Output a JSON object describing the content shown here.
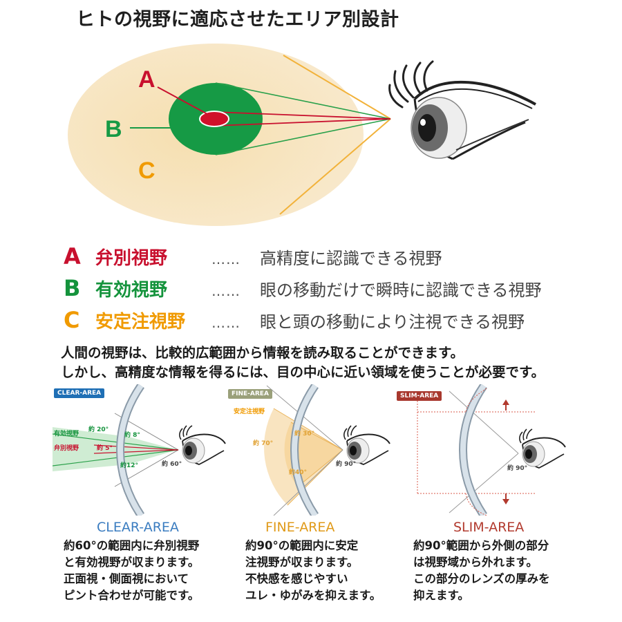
{
  "title": "ヒトの視野に適応させたエリア別設計",
  "diagram": {
    "label_a": "A",
    "label_b": "B",
    "label_c": "C"
  },
  "legend": [
    {
      "letter": "A",
      "term": "弁別視野",
      "dots": "……",
      "desc": "高精度に認識できる視野",
      "color": "#c8102e"
    },
    {
      "letter": "B",
      "term": "有効視野",
      "dots": "……",
      "desc": "眼の移動だけで瞬時に認識できる視野",
      "color": "#14933c"
    },
    {
      "letter": "C",
      "term": "安定注視野",
      "dots": "……",
      "desc": "眼と頭の移動により注視できる視野",
      "color": "#f09a00"
    }
  ],
  "paragraph": [
    "人間の視野は、比較的広範囲から情報を読み取ることができます。",
    "しかし、高精度な情報を得るには、目の中心に近い領域を使うことが必要です。"
  ],
  "panels": [
    {
      "tag": "CLEAR-AREA",
      "title": "CLEAR-AREA",
      "color": "#3a7cc0",
      "labels": {
        "effective": "有効視野",
        "discrim": "弁別視野",
        "a20": "約 20°",
        "a8": "約 8°",
        "a5": "約 5°",
        "a12": "約12°",
        "a60": "約 60°"
      },
      "lines": [
        "約60°の範囲内に弁別視野",
        "と有効視野が収まります。",
        "正面視・側面視において",
        "ピント合わせが可能です。"
      ]
    },
    {
      "tag": "FINE-AREA",
      "title": "FINE-AREA",
      "color": "#e09a18",
      "labels": {
        "stable": "安定注視野",
        "a30": "約 30°",
        "a70": "約 70°",
        "a40": "約40°",
        "a90": "約 90°"
      },
      "lines": [
        "約90°の範囲内に安定",
        "注視野が収まります。",
        "不快感を感じやすい",
        "ユレ・ゆがみを抑えます。"
      ]
    },
    {
      "tag": "SLIM-AREA",
      "title": "SLIM-AREA",
      "color": "#b23a2e",
      "labels": {
        "a90": "約 90°"
      },
      "lines": [
        "約90°範囲から外側の部分",
        "は視野域から外れます。",
        "この部分のレンズの厚みを",
        "抑えます。"
      ]
    }
  ]
}
